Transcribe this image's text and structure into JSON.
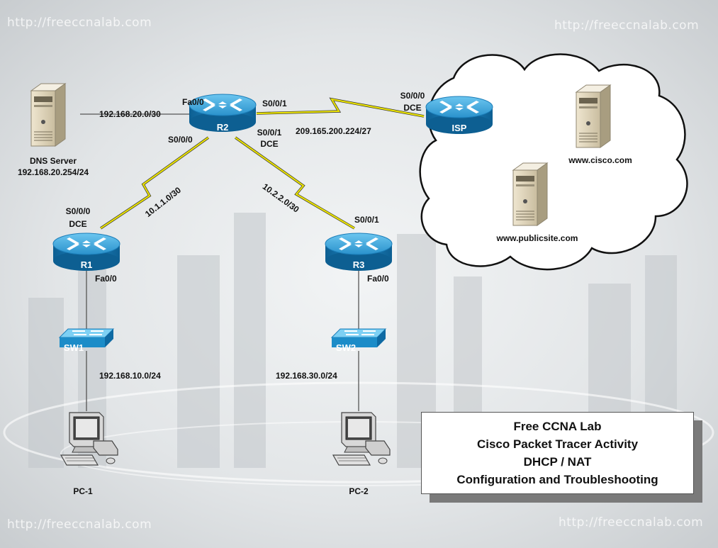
{
  "watermark": "http://freeccnalab.com",
  "devices": {
    "r1": "R1",
    "r2": "R2",
    "r3": "R3",
    "isp": "ISP",
    "sw1": "SW1",
    "sw2": "SW2",
    "pc1": "PC-1",
    "pc2": "PC-2",
    "dns": {
      "name": "DNS Server",
      "ip": "192.168.20.254/24"
    },
    "cisco_server": "www.cisco.com",
    "public_server": "www.publicsite.com"
  },
  "interfaces": {
    "r2_fa00": "Fa0/0",
    "r2_s001": "S0/0/1",
    "r2_s000": "S0/0/0",
    "r2_s001_dce": "S0/0/1",
    "dce": "DCE",
    "isp_s000": "S0/0/0",
    "r1_s000": "S0/0/0",
    "r1_fa00": "Fa0/0",
    "r3_s001": "S0/0/1",
    "r3_fa00": "Fa0/0"
  },
  "networks": {
    "dns_link": "192.168.20.0/30",
    "isp_link": "209.165.200.224/27",
    "r1_r2": "10.1.1.0/30",
    "r2_r3": "10.2.2.0/30",
    "lan1": "192.168.10.0/24",
    "lan2": "192.168.30.0/24"
  },
  "info": {
    "line1": "Free CCNA Lab",
    "line2": "Cisco Packet Tracer Activity",
    "line3": "DHCP / NAT",
    "line4": "Configuration and Troubleshooting"
  },
  "colors": {
    "router": "#2f9fd8",
    "switch": "#2a9bd4",
    "serial_link": "#e8e000"
  }
}
